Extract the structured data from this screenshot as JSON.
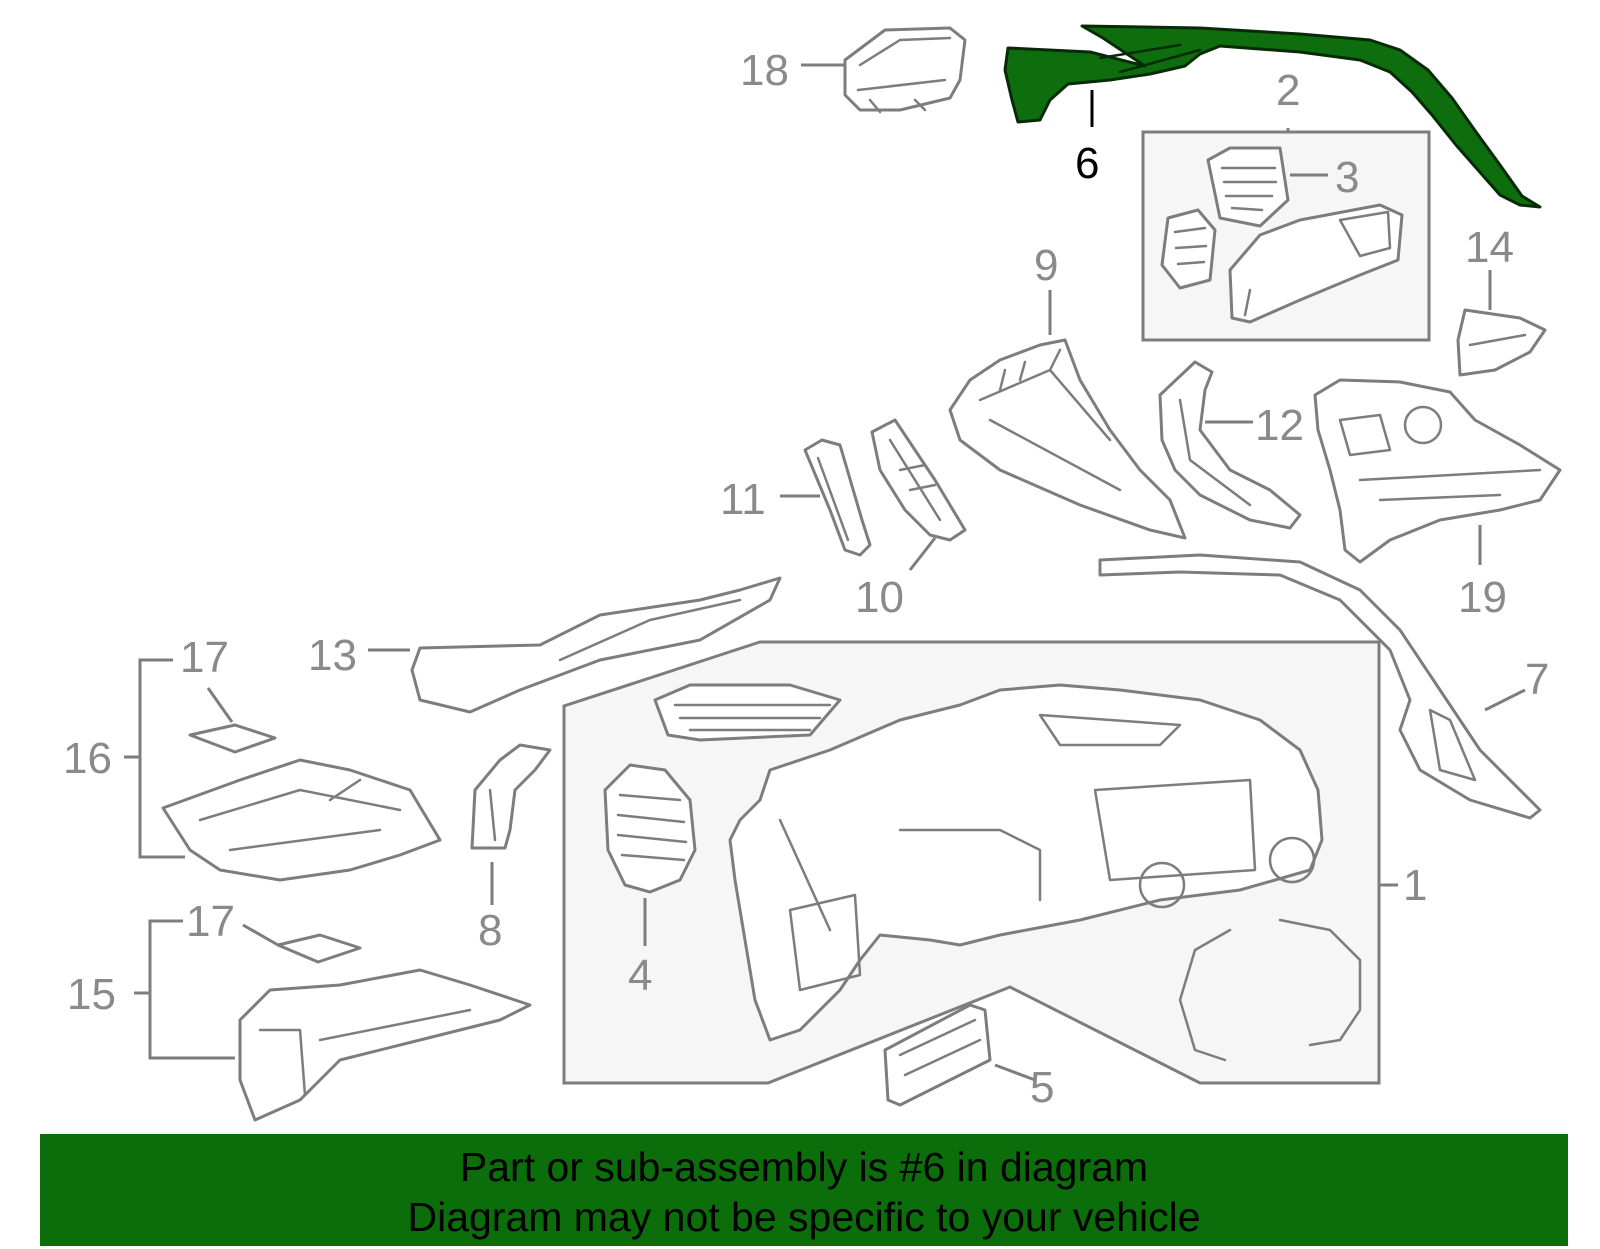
{
  "diagram": {
    "highlighted_part": "6",
    "highlight_color": "#0e6e0e",
    "callouts": {
      "c1": "1",
      "c2": "2",
      "c3": "3",
      "c4": "4",
      "c5": "5",
      "c6": "6",
      "c7": "7",
      "c8": "8",
      "c9": "9",
      "c10": "10",
      "c11": "11",
      "c12": "12",
      "c13": "13",
      "c14": "14",
      "c15": "15",
      "c16": "16",
      "c17a": "17",
      "c17b": "17",
      "c18": "18",
      "c19": "19"
    }
  },
  "banner": {
    "color": "#0b6e0b",
    "line1": "Part or sub-assembly is #6 in diagram",
    "line2": "Diagram may not be specific to your vehicle"
  }
}
